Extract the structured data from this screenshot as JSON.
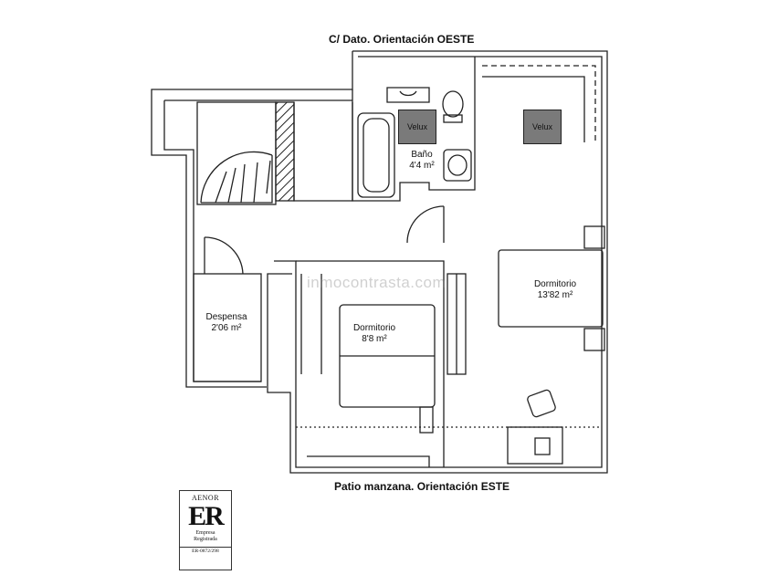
{
  "plan": {
    "orientation_top": "C/ Dato. Orientación OESTE",
    "orientation_bottom": "Patio manzana. Orientación ESTE",
    "watermark": "inmocontrasta.com",
    "rooms": {
      "bano": {
        "name": "Baño",
        "area": "4'4 m²"
      },
      "despensa": {
        "name": "Despensa",
        "area": "2'06 m²"
      },
      "dormitorio_small": {
        "name": "Dormitorio",
        "area": "8'8 m²"
      },
      "dormitorio_large": {
        "name": "Dormitorio",
        "area": "13'82 m²"
      }
    },
    "skylights": {
      "velux_1": "Velux",
      "velux_2": "Velux"
    }
  },
  "certification": {
    "org": "AENOR",
    "mark": "ER",
    "line1": "Empresa",
    "line2": "Registrada",
    "code": "ER-0872/298"
  }
}
